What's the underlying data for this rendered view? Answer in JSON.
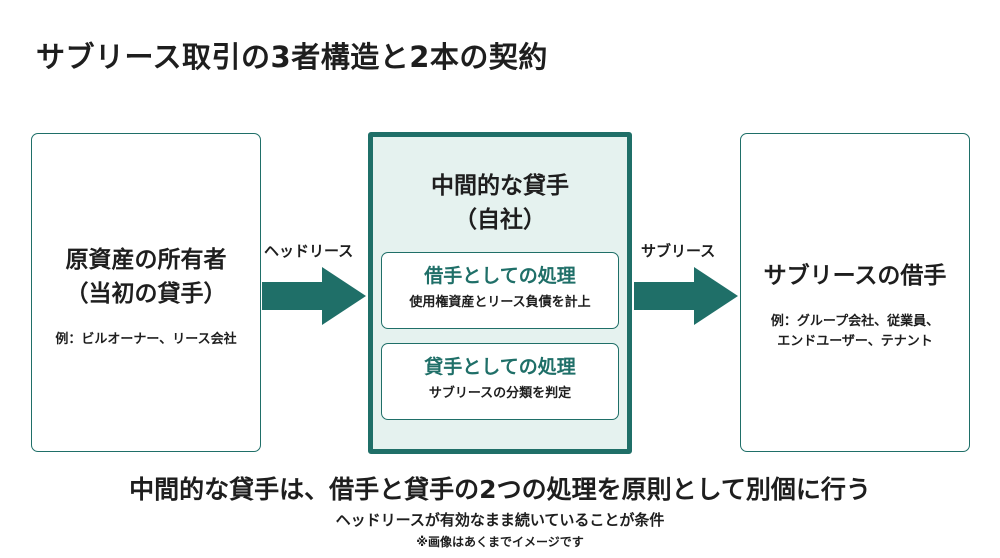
{
  "title": "サブリース取引の3者構造と2本の契約",
  "head_lessor": {
    "name_line1": "原資産の所有者",
    "name_line2": "（当初の貸手）",
    "example": "例：ビルオーナー、リース会社"
  },
  "intermediate": {
    "title_line1": "中間的な貸手",
    "title_line2": "（自社）",
    "lessee_treatment": {
      "heading": "借手としての処理",
      "detail": "使用権資産とリース負債を計上"
    },
    "lessor_treatment": {
      "heading": "貸手としての処理",
      "detail": "サブリースの分類を判定"
    }
  },
  "sublessee": {
    "name": "サブリースの借手",
    "example_line1": "例：グループ会社、従業員、",
    "example_line2": "エンドユーザー、テナント"
  },
  "arrows": {
    "head_lease_label": "ヘッドリース",
    "sublease_label": "サブリース"
  },
  "footer": {
    "main": "中間的な貸手は、借手と貸手の2つの処理を原則として別個に行う",
    "sub": "ヘッドリースが有効なまま続いていることが条件",
    "note": "※画像はあくまでイメージです"
  },
  "colors": {
    "accent": "#1f6f68",
    "center_fill": "#e5f2ef"
  }
}
